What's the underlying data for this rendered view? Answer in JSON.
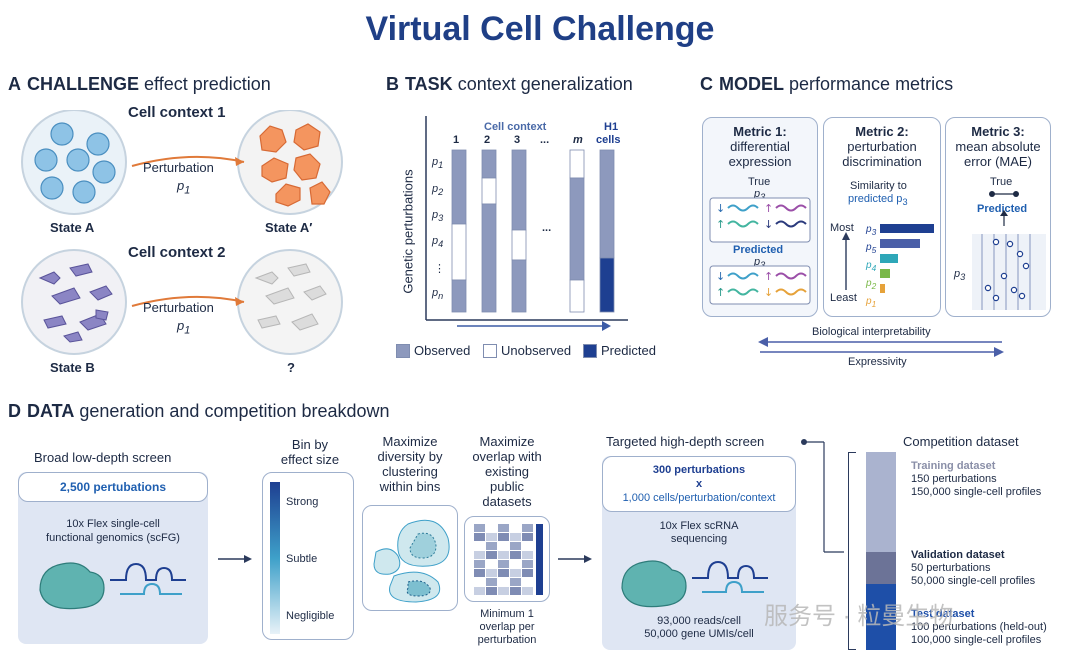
{
  "title": "Virtual Cell Challenge",
  "panels": {
    "a": {
      "letter": "A",
      "bold": "CHALLENGE",
      "rest": "effect prediction",
      "context1": "Cell context 1",
      "context2": "Cell context 2",
      "perturbation": "Perturbation",
      "p1": "p",
      "state_a": "State A",
      "state_a2": "State A′",
      "state_b": "State B",
      "unknown": "?"
    },
    "b": {
      "letter": "B",
      "bold": "TASK",
      "rest": "context generalization",
      "cell_context": "Cell context",
      "h1": "H1",
      "cells": "cells",
      "columns": [
        "1",
        "2",
        "3",
        "...",
        "m"
      ],
      "rows": [
        "p",
        "p",
        "p",
        "p",
        "⋮",
        "p"
      ],
      "row_subs": [
        "1",
        "2",
        "3",
        "4",
        "",
        "n"
      ],
      "ylabel": "Genetic perturbations",
      "dots": "...",
      "legend": {
        "observed": "Observed",
        "unobserved": "Unobserved",
        "predicted": "Predicted"
      },
      "colors": {
        "observed": "#8d99bd",
        "unobserved": "#ffffff",
        "predicted": "#1e3f91"
      }
    },
    "c": {
      "letter": "C",
      "bold": "MODEL",
      "rest": "performance metrics",
      "m1_title": "Metric 1:",
      "m1_sub": "differential expression",
      "m2_title": "Metric 2:",
      "m2_sub": "perturbation discrimination",
      "m3_title": "Metric 3:",
      "m3_sub": "mean absolute error (MAE)",
      "true": "True",
      "predicted": "Predicted",
      "p3": "p",
      "similarity": "Similarity to",
      "predicted_p3": "predicted p",
      "most": "Most",
      "least": "Least",
      "rank_subs": [
        "3",
        "5",
        "4",
        "2",
        "1"
      ],
      "bio": "Biological interpretability",
      "expressivity": "Expressivity"
    },
    "d": {
      "letter": "D",
      "bold": "DATA",
      "rest": "generation and competition breakdown",
      "broad": "Broad low-depth screen",
      "pert2500": "2,500 pertubations",
      "flex1": "10x Flex single-cell",
      "flex2": "functional genomics (scFG)",
      "bin": "Bin by",
      "bin2": "effect size",
      "strong": "Strong",
      "subtle": "Subtle",
      "negligible": "Negligible",
      "div1": "Maximize",
      "div2": "diversity by",
      "div3": "clustering",
      "div4": "within bins",
      "ov1": "Maximize",
      "ov2": "overlap with",
      "ov3": "existing",
      "ov4": "public",
      "ov5": "datasets",
      "min1": "Minimum 1",
      "min2": "overlap per",
      "min3": "perturbation",
      "targeted": "Targeted high-depth screen",
      "p300": "300 perturbations",
      "x": "x",
      "cellsper": "1,000 cells/perturbation/context",
      "scrna1": "10x Flex scRNA",
      "scrna2": "sequencing",
      "reads": "93,000 reads/cell",
      "umis": "50,000 gene UMIs/cell",
      "comp": "Competition dataset",
      "train_t": "Training dataset",
      "train_1": "150 perturbations",
      "train_2": "150,000 single-cell profiles",
      "val_t": "Validation dataset",
      "val_1": "50 perturbations",
      "val_2": "50,000 single-cell profiles",
      "test_t": "Test dataset",
      "test_1": "100 perturbations (held-out)",
      "test_2": "100,000 single-cell profiles"
    },
    "watermark": "服务号 · 粒曼生物"
  },
  "colors": {
    "navy": "#1f3f86",
    "accent": "#e07a3a",
    "cellblue": "#5aa6d6",
    "cellorange": "#f08a55",
    "cellpurple": "#7b74b8"
  }
}
